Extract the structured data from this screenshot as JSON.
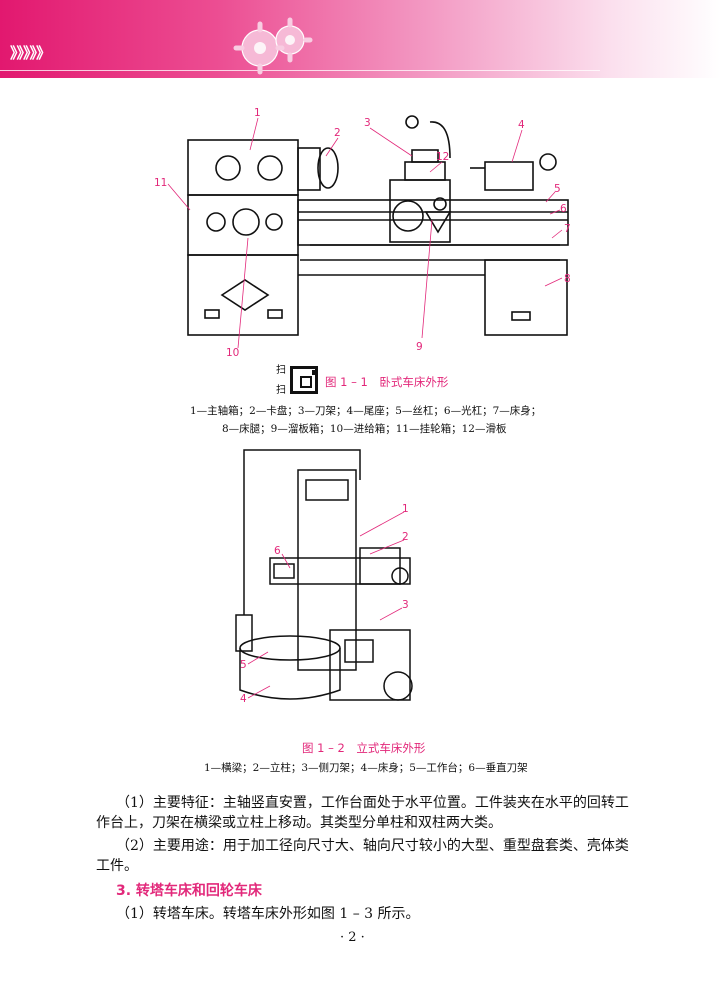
{
  "header": {
    "arrows": "》》》》》",
    "accent_color": "#e2186f"
  },
  "figure1": {
    "qr_label_top": "扫",
    "qr_label_bottom": "扫",
    "caption": "图 1 – 1　卧式车床外形",
    "legend_line1": "1—主轴箱；2—卡盘；3—刀架；4—尾座；5—丝杠；6—光杠；7—床身；",
    "legend_line2": "8—床腿；9—溜板箱；10—进给箱；11—挂轮箱；12—滑板",
    "callouts": [
      "1",
      "2",
      "3",
      "4",
      "5",
      "6",
      "7",
      "8",
      "9",
      "10",
      "11",
      "12"
    ]
  },
  "figure2": {
    "caption": "图 1 – 2　立式车床外形",
    "legend_line1": "1—横梁；2—立柱；3—侧刀架；4—床身；5—工作台；6—垂直刀架",
    "callouts": [
      "1",
      "2",
      "3",
      "4",
      "5",
      "6"
    ]
  },
  "body": {
    "p1_line1": "（1）主要特征：主轴竖直安置，工作台面处于水平位置。工件装夹在水平的回转工",
    "p1_line2": "作台上，刀架在横梁或立柱上移动。其类型分单柱和双柱两大类。",
    "p2_line1": "（2）主要用途：用于加工径向尺寸大、轴向尺寸较小的大型、重型盘套类、壳体类",
    "p2_line2": "工件。",
    "section_heading": "3. 转塔车床和回轮车床",
    "p3_line1": "（1）转塔车床。转塔车床外形如图 1 – 3 所示。"
  },
  "page_number": "· 2 ·"
}
